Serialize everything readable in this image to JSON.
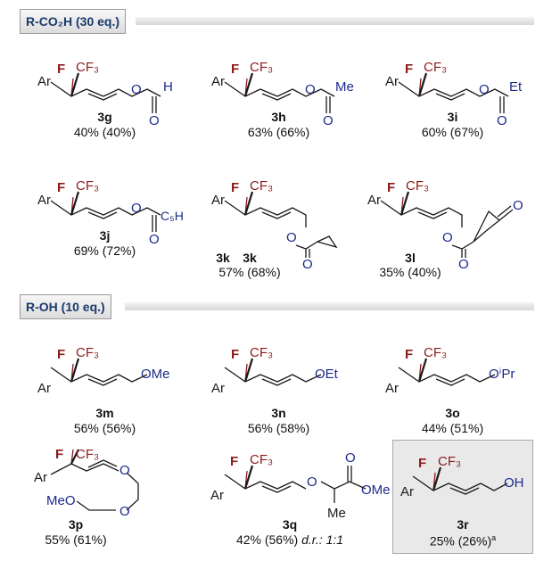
{
  "sections": [
    {
      "label": "R-CO₂H (30 eq.)"
    },
    {
      "label": "R-OH (10 eq.)"
    }
  ],
  "common": {
    "F": "F",
    "CF3": "CF₃",
    "Ar": "Ar",
    "O": "O"
  },
  "compounds": [
    {
      "id": "3g",
      "yield": "40% (40%)",
      "substituent": "H"
    },
    {
      "id": "3h",
      "yield": "63% (66%)",
      "substituent": "Me"
    },
    {
      "id": "3i",
      "yield": "60% (67%)",
      "substituent": "Et"
    },
    {
      "id": "3j",
      "yield": "69% (72%)",
      "substituent": "C₅H₁₁"
    },
    {
      "id": "3k",
      "yield": "57% (68%)"
    },
    {
      "id": "3l",
      "yield": "35% (40%)"
    },
    {
      "id": "3m",
      "yield": "56% (56%)",
      "substituent": "OMe"
    },
    {
      "id": "3n",
      "yield": "56% (58%)",
      "substituent": "OEt"
    },
    {
      "id": "3o",
      "yield": "44% (51%)",
      "substituent": "OⁱPr"
    },
    {
      "id": "3p",
      "yield": "55% (61%)",
      "substituent": "MeO"
    },
    {
      "id": "3q",
      "yield": "42% (56%)",
      "dr": "d.r.: 1:1",
      "substituent": "OMe",
      "substituent2": "Me"
    },
    {
      "id": "3r",
      "yield": "25% (26%)",
      "footnote": "a",
      "substituent": "OH"
    }
  ],
  "colors": {
    "carbon": "#1a1a1a",
    "fluorine": "#8b1c1c",
    "heteroatom": "#1c2a8c",
    "header_text": "#1a3a6e"
  }
}
